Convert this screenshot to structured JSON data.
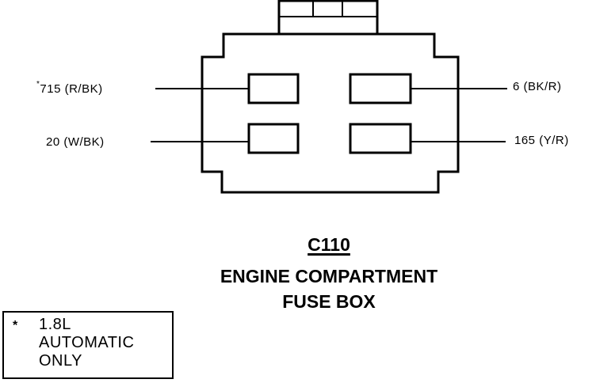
{
  "connector": {
    "id": "C110",
    "name_lines": [
      "ENGINE COMPARTMENT",
      "FUSE BOX"
    ]
  },
  "pins": [
    {
      "marker": "*",
      "label": "715 (R/BK)",
      "side": "left",
      "row": "top"
    },
    {
      "marker": "",
      "label": "20 (W/BK)",
      "side": "left",
      "row": "bottom"
    },
    {
      "marker": "",
      "label": "6 (BK/R)",
      "side": "right",
      "row": "top"
    },
    {
      "marker": "",
      "label": "165 (Y/R)",
      "side": "right",
      "row": "bottom"
    }
  ],
  "footnote": {
    "marker": "*",
    "lines": [
      "1.8L",
      "AUTOMATIC",
      "ONLY"
    ]
  },
  "colors": {
    "line": "#000000",
    "background": "#ffffff"
  }
}
